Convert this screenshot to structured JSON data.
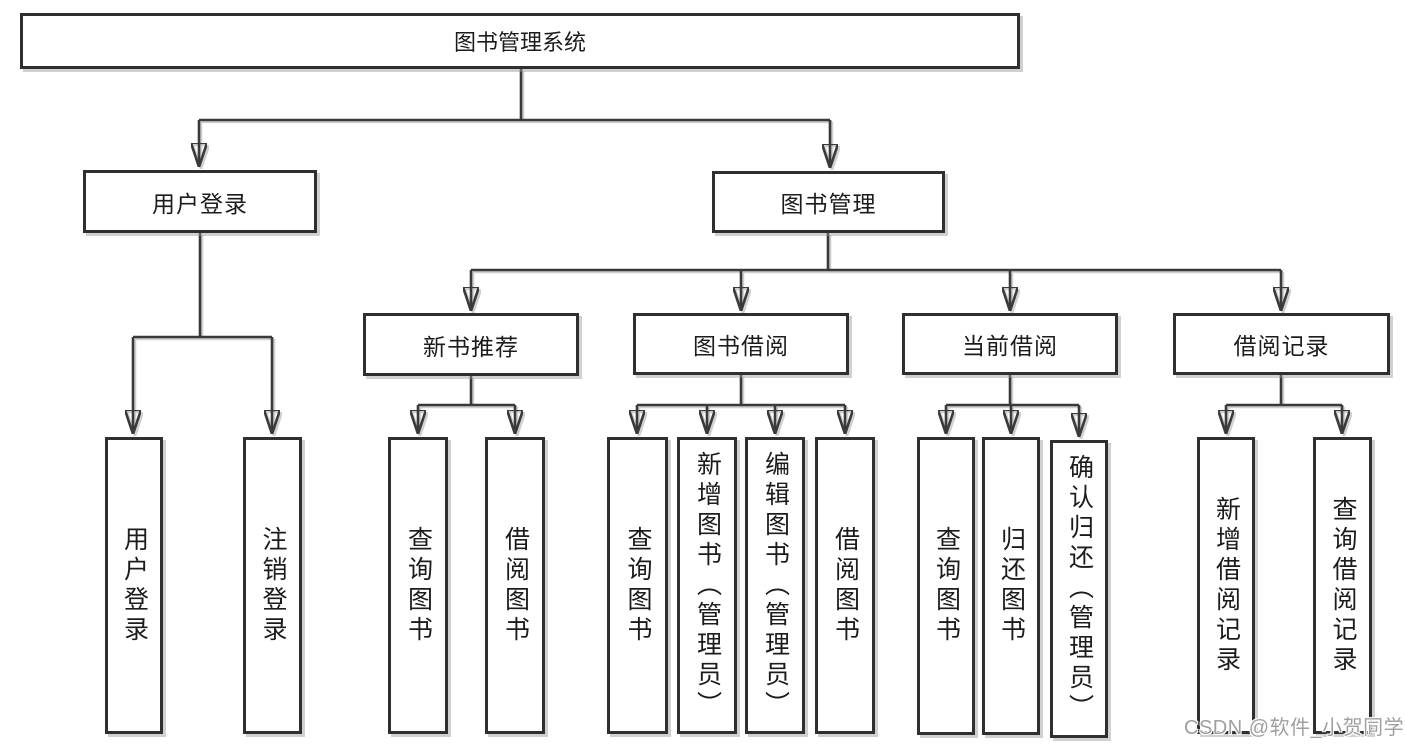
{
  "tree": {
    "label": "图书管理系统",
    "children": [
      {
        "label": "用户登录",
        "children": [
          {
            "label": "用户登录"
          },
          {
            "label": "注销登录"
          }
        ]
      },
      {
        "label": "图书管理",
        "children": [
          {
            "label": "新书推荐",
            "children": [
              {
                "label": "查询图书"
              },
              {
                "label": "借阅图书"
              }
            ]
          },
          {
            "label": "图书借阅",
            "children": [
              {
                "label": "查询图书"
              },
              {
                "label": "新增图书（管理员）"
              },
              {
                "label": "编辑图书（管理员）"
              },
              {
                "label": "借阅图书"
              }
            ]
          },
          {
            "label": "当前借阅",
            "children": [
              {
                "label": "查询图书"
              },
              {
                "label": "归还图书"
              },
              {
                "label": "确认归还（管理员）"
              }
            ]
          },
          {
            "label": "借阅记录",
            "children": [
              {
                "label": "新增借阅记录"
              },
              {
                "label": "查询借阅记录"
              }
            ]
          }
        ]
      }
    ]
  },
  "watermark": {
    "text": "CSDN @软件_小贺同学",
    "color": "#a0a0a0"
  },
  "colors": {
    "line": "#3a3a3a",
    "box_border": "#2f2f2f",
    "box_fill": "#ffffff",
    "text": "#1c1c1c",
    "background": "#ffffff"
  }
}
